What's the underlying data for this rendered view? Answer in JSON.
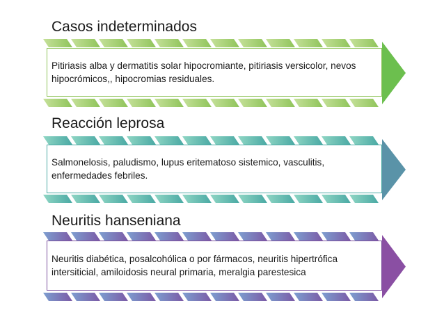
{
  "rows": [
    {
      "heading": "Casos indeterminados",
      "text": "Pitiriasis alba y dermatitis solar hipocromiante, pitiriasis versicolor, nevos hipocrómicos,, hipocromias residuales.",
      "colors": {
        "band_light": "#c6e19a",
        "band_dark": "#8fc45a",
        "arrow": "#6cbf4e",
        "border": "#8fc45a"
      }
    },
    {
      "heading": "Reacción leprosa",
      "text": "Salmonelosis, paludismo, lupus eritematoso sistemico, vasculitis, enfermedades febriles.",
      "colors": {
        "band_light": "#8fd6c4",
        "band_dark": "#4aa9a4",
        "arrow": "#5a93a8",
        "border": "#4aa9a4"
      }
    },
    {
      "heading": "Neuritis hanseniana",
      "text": "Neuritis diabética, posalcohólica o por fármacos, neuritis hipertrófica intersiticial, amiloidosis neural primaria, meralgia parestesica",
      "colors": {
        "band_light": "#7d9fd0",
        "band_dark": "#7b5aa6",
        "arrow": "#8a4fa3",
        "border": "#7b4f9e"
      }
    }
  ]
}
